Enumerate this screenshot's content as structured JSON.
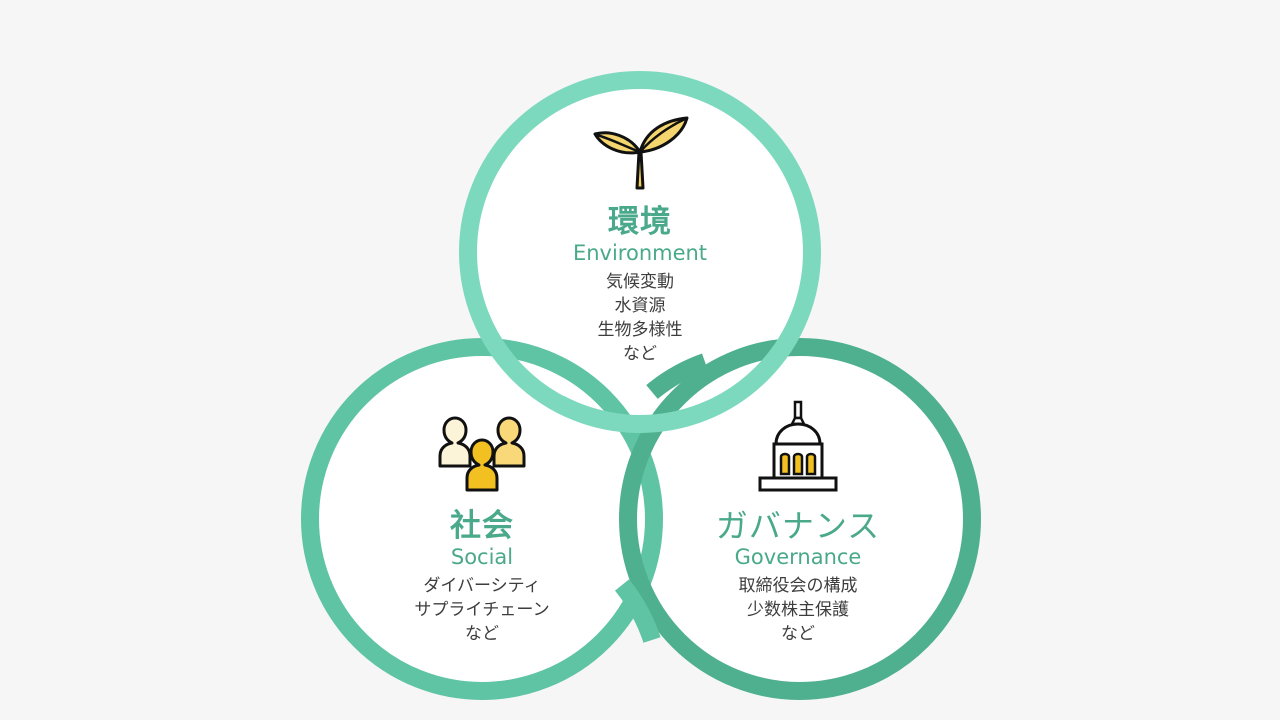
{
  "diagram": {
    "type": "three-circle-venn",
    "background": "#f6f6f6",
    "label_color": "#4aa98a",
    "text_color": "#3d3d3d",
    "circles": [
      {
        "id": "environment",
        "title_jp": "環境",
        "title_en": "Environment",
        "icon": "sprout-icon",
        "ring_color": "#7dd9bd",
        "items": [
          "気候変動",
          "水資源",
          "生物多様性",
          "など"
        ]
      },
      {
        "id": "social",
        "title_jp": "社会",
        "title_en": "Social",
        "icon": "people-group-icon",
        "ring_color": "#5fc4a4",
        "items": [
          "ダイバーシティ",
          "サプライチェーン",
          "など"
        ]
      },
      {
        "id": "governance",
        "title_jp": "ガバナンス",
        "title_en": "Governance",
        "icon": "capitol-building-icon",
        "ring_color": "#4fb08f",
        "items": [
          "取締役会の構成",
          "少数株主保護",
          "など"
        ]
      }
    ]
  }
}
